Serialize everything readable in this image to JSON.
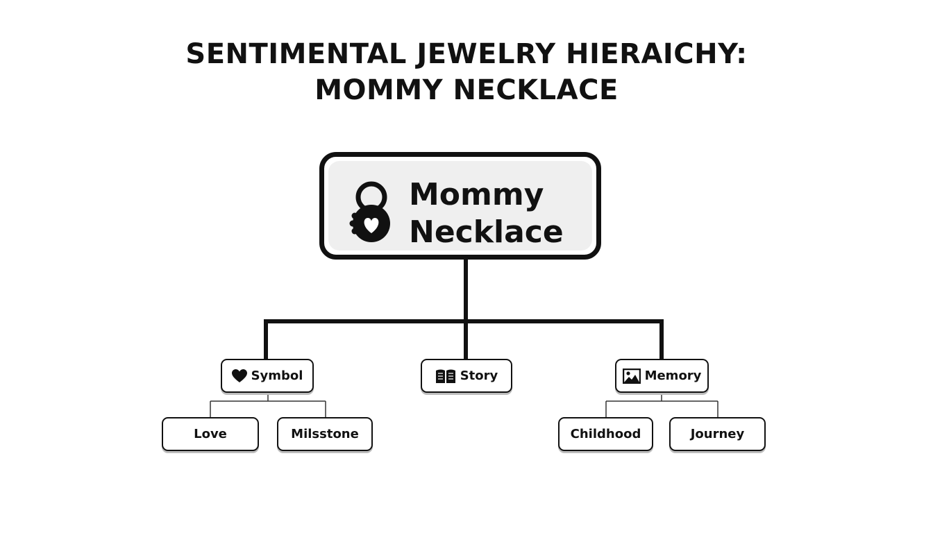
{
  "title": {
    "line1": "SENTIMENTAL JEWELRY HIERAICHY:",
    "line2": "MOMMY NECKLACE"
  },
  "root": {
    "label_line1": "Mommy",
    "label_line2": "Necklace",
    "icon": "necklace-heart-icon"
  },
  "categories": [
    {
      "label": "Symbol",
      "icon": "heart-icon",
      "children": [
        "Love",
        "Milsstone"
      ]
    },
    {
      "label": "Story",
      "icon": "book-icon",
      "children": []
    },
    {
      "label": "Memory",
      "icon": "picture-icon",
      "children": [
        "Childhood",
        "Journey"
      ]
    }
  ],
  "colors": {
    "stroke": "#111111",
    "root_fill": "#efefef",
    "background": "#ffffff"
  }
}
